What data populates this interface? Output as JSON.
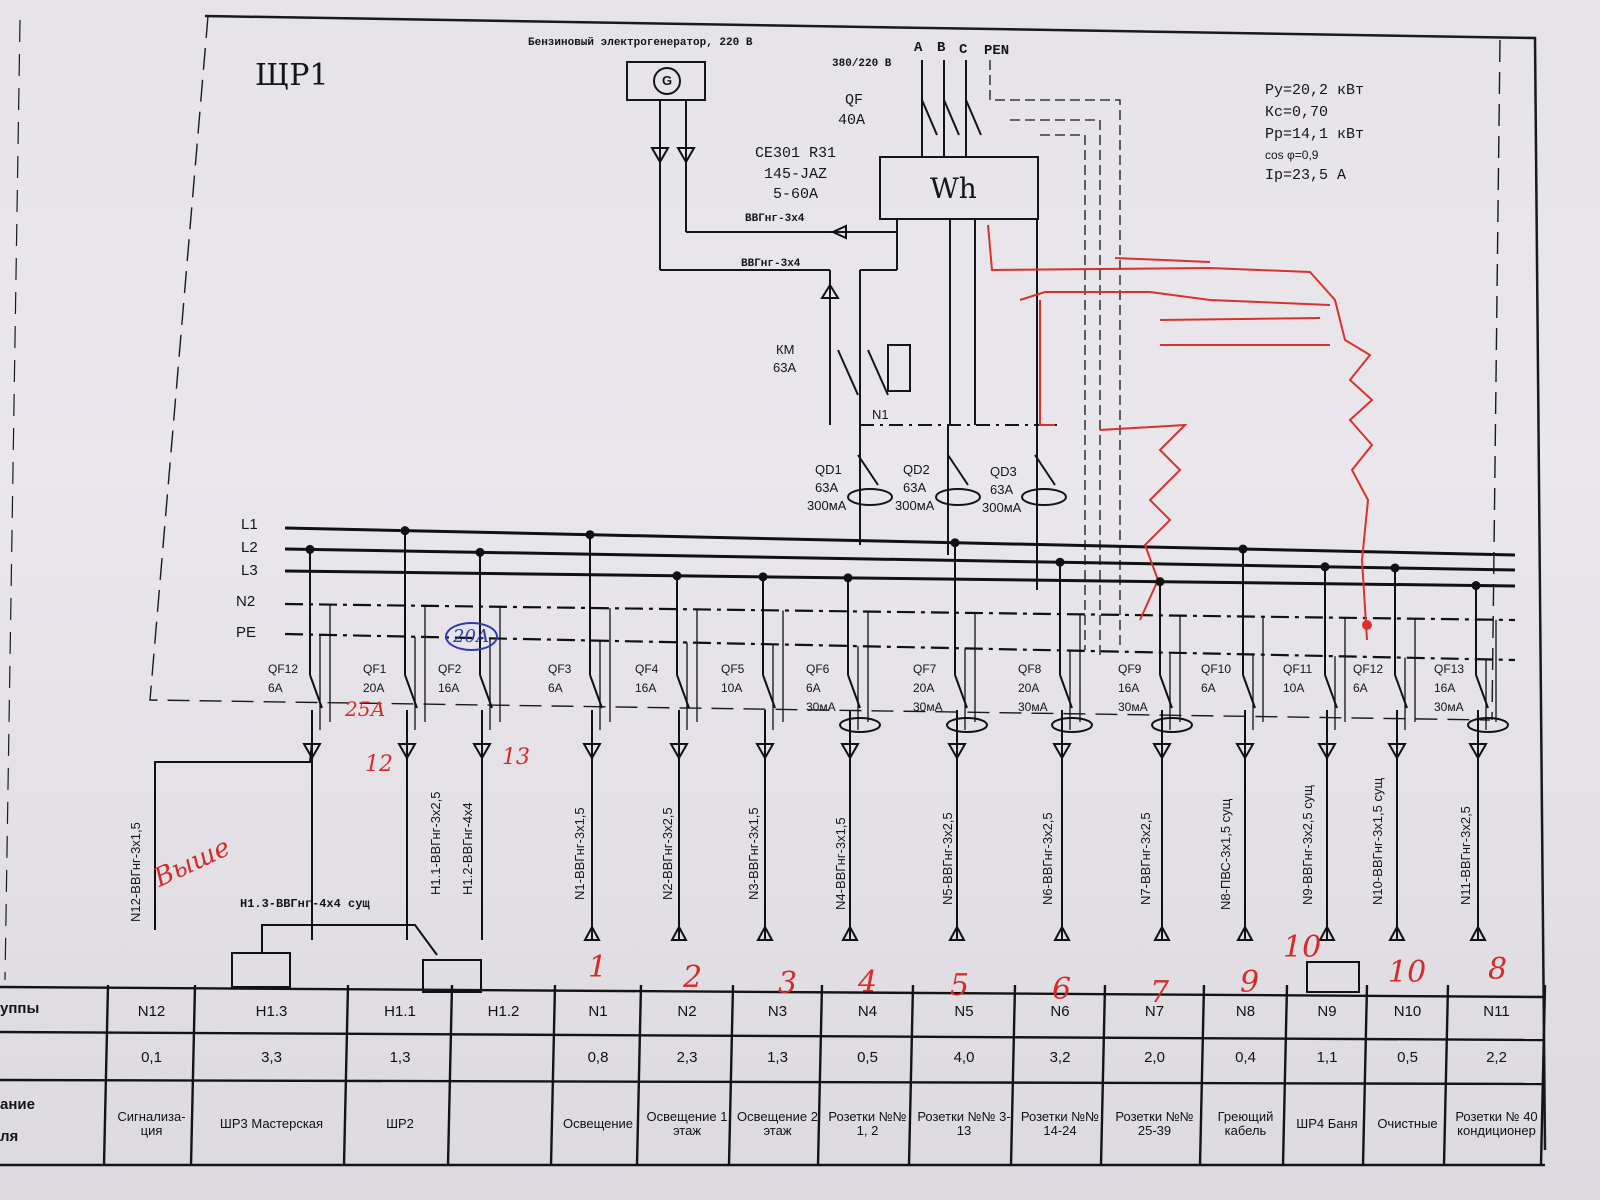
{
  "sheet": {
    "title": "ЩР1",
    "generator_label": "Бензиновый электрогенератор, 220 В",
    "supply_voltage": "380/220 В",
    "phases": [
      "A",
      "B",
      "C",
      "PEN"
    ],
    "generator_symbol": "G",
    "meter_symbol": "Wh"
  },
  "main_breaker": {
    "name": "QF",
    "rating": "40А"
  },
  "meter": {
    "model": "CE301 R31",
    "model2": "145-JAZ",
    "range": "5-60А"
  },
  "feed_cables": [
    "ВВГнг-3х4",
    "ВВГнг-3х4"
  ],
  "contactor": {
    "name": "КМ",
    "rating": "63А"
  },
  "neutral_bus": "N1",
  "rcds": [
    {
      "name": "QD1",
      "rating": "63А",
      "leak": "300мА"
    },
    {
      "name": "QD2",
      "rating": "63А",
      "leak": "300мА"
    },
    {
      "name": "QD3",
      "rating": "63А",
      "leak": "300мА"
    }
  ],
  "summary": {
    "py": "Ру=20,2 кВт",
    "kc": "Кс=0,70",
    "pp": "Рр=14,1 кВт",
    "cos": "cos φ=0,9",
    "ip": "Iр=23,5 А"
  },
  "buses": [
    "L1",
    "L2",
    "L3",
    "N2",
    "PE"
  ],
  "breakers": [
    {
      "name": "QF12",
      "rating": "6А",
      "leak": ""
    },
    {
      "name": "QF1",
      "rating": "20А",
      "leak": ""
    },
    {
      "name": "QF2",
      "rating": "16А",
      "leak": ""
    },
    {
      "name": "QF3",
      "rating": "6А",
      "leak": ""
    },
    {
      "name": "QF4",
      "rating": "16А",
      "leak": ""
    },
    {
      "name": "QF5",
      "rating": "10А",
      "leak": ""
    },
    {
      "name": "QF6",
      "rating": "6А",
      "leak": "30мА"
    },
    {
      "name": "QF7",
      "rating": "20А",
      "leak": "30мА"
    },
    {
      "name": "QF8",
      "rating": "20А",
      "leak": "30мА"
    },
    {
      "name": "QF9",
      "rating": "16А",
      "leak": "30мА"
    },
    {
      "name": "QF10",
      "rating": "6А",
      "leak": ""
    },
    {
      "name": "QF11",
      "rating": "10А",
      "leak": ""
    },
    {
      "name": "QF12",
      "rating": "6А",
      "leak": ""
    },
    {
      "name": "QF13",
      "rating": "16А",
      "leak": "30мА"
    }
  ],
  "outgoing_cables": [
    "N12-ВВГнг-3х1,5",
    "Н1.1-ВВГнг-3х2,5",
    "Н1.2-ВВГнг-4х4",
    "N1-ВВГнг-3х1,5",
    "N2-ВВГнг-3х2,5",
    "N3-ВВГнг-3х1,5",
    "N4-ВВГнг-3х1,5",
    "N5-ВВГнг-3х2,5",
    "N6-ВВГнг-3х2,5",
    "N7-ВВГнг-3х2,5",
    "N8-ПВС-3х1,5 сущ",
    "N9-ВВГнг-3х2,5 сущ",
    "N10-ВВГнг-3х1,5 сущ",
    "N11-ВВГнг-3х2,5"
  ],
  "existing_cable": "Н1.3-ВВГнг-4х4 сущ",
  "handwritten": {
    "qf1_note": "25А",
    "qf2_note": "20А",
    "num12": "12",
    "num13": "13",
    "vyshe": "Выше",
    "under": [
      "1",
      "2",
      "3",
      "4",
      "5",
      "6",
      "7",
      "9",
      "10",
      "10",
      "8"
    ]
  },
  "table": {
    "left_labels": [
      "уппы",
      "ание",
      "ля"
    ],
    "groups": [
      "N12",
      "Н1.3",
      "Н1.1",
      "Н1.2",
      "N1",
      "N2",
      "N3",
      "N4",
      "N5",
      "N6",
      "N7",
      "N8",
      "N9",
      "N10",
      "N11"
    ],
    "powers": [
      "0,1",
      "3,3",
      "1,3",
      "",
      "0,8",
      "2,3",
      "1,3",
      "0,5",
      "4,0",
      "3,2",
      "2,0",
      "0,4",
      "1,1",
      "0,5",
      "2,2"
    ],
    "names": [
      "Сигнализа-ция",
      "ШР3 Мастерская",
      "ШР2",
      "",
      "Освещение",
      "Освещение 1 этаж",
      "Освещение 2 этаж",
      "Розетки №№ 1, 2",
      "Розетки №№ 3-13",
      "Розетки №№ 14-24",
      "Розетки №№ 25-39",
      "Греющий кабель",
      "ШР4 Баня",
      "Очистные",
      "Розетки № 40 кондиционер"
    ]
  }
}
